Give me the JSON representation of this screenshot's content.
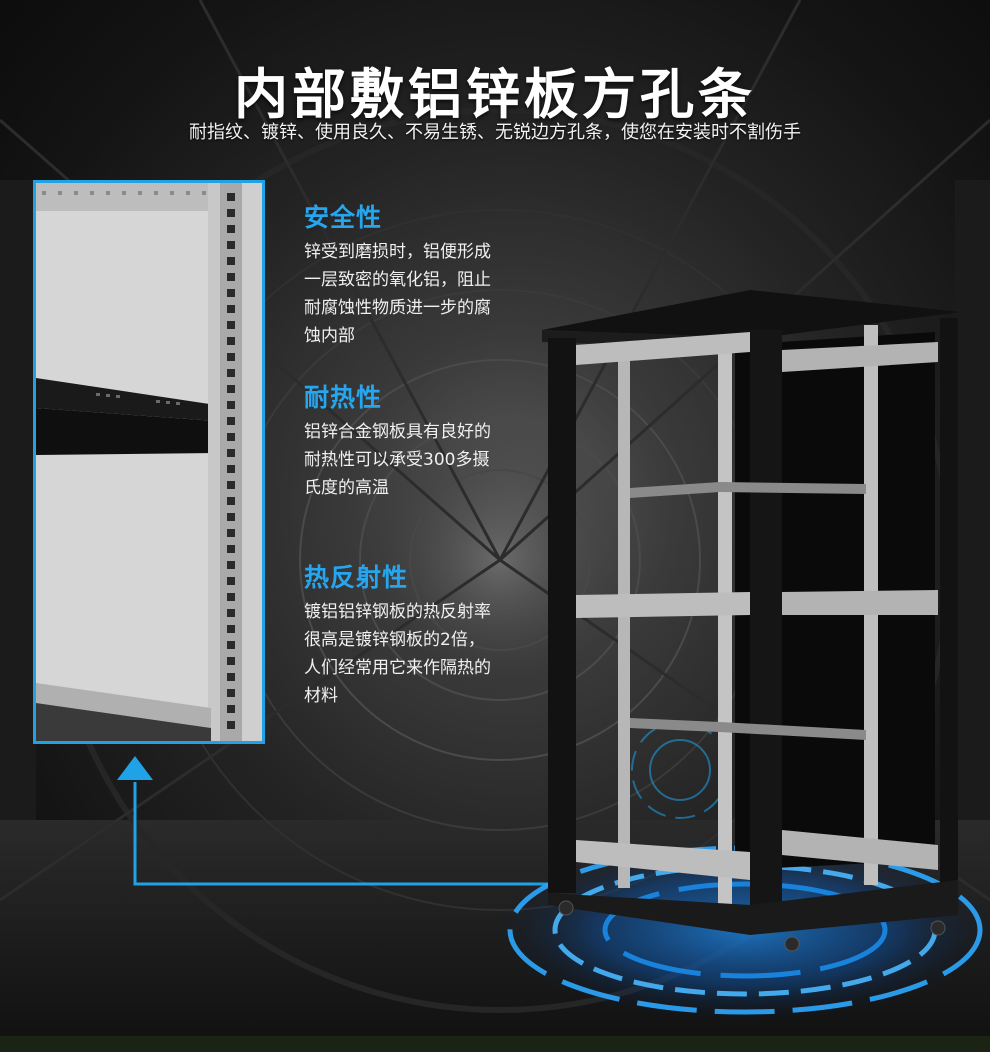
{
  "header": {
    "title": "内部敷铝锌板方孔条",
    "subtitle": "耐指纹、镀锌、使用良久、不易生锈、无锐边方孔条，使您在安装时不割伤手"
  },
  "features": [
    {
      "title": "安全性",
      "body": "锌受到磨损时，铝便形成\n一层致密的氧化铝，阻止\n耐腐蚀性物质进一步的腐\n蚀内部"
    },
    {
      "title": "耐热性",
      "body": "铝锌合金钢板具有良好的\n耐热性可以承受300多摄\n氏度的高温"
    },
    {
      "title": "热反射性",
      "body": "镀铝铝锌钢板的热反射率\n很高是镀锌钢板的2倍，\n人们经常用它来作隔热的\n材料"
    }
  ],
  "colors": {
    "accent": "#1fa2e6",
    "feature_title": "#27a6f0",
    "text": "#ffffff"
  },
  "icons": [
    "arrow-up-icon"
  ]
}
